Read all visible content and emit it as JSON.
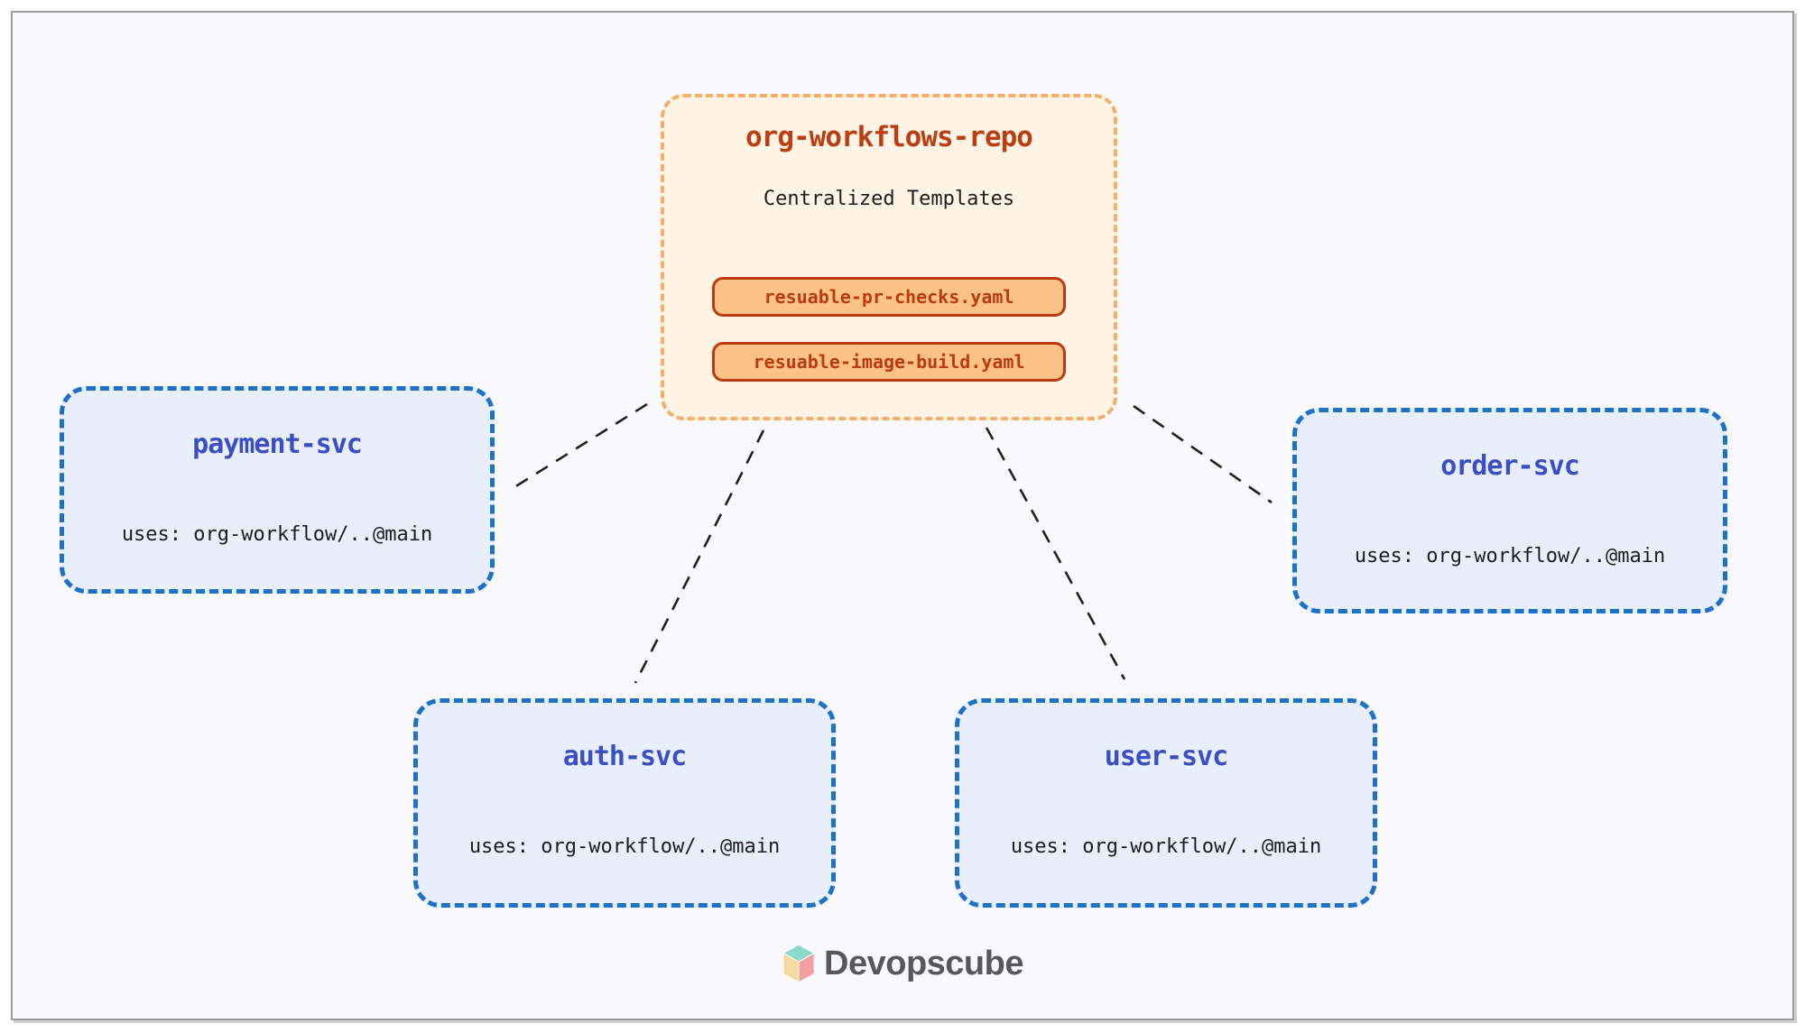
{
  "diagram": {
    "central": {
      "title": "org-workflows-repo",
      "subtitle": "Centralized Templates",
      "templates": [
        "resuable-pr-checks.yaml",
        "resuable-image-build.yaml"
      ]
    },
    "services": [
      {
        "title": "payment-svc",
        "uses": "uses: org-workflow/..@main"
      },
      {
        "title": "order-svc",
        "uses": "uses: org-workflow/..@main"
      },
      {
        "title": "auth-svc",
        "uses": "uses: org-workflow/..@main"
      },
      {
        "title": "user-svc",
        "uses": "uses: org-workflow/..@main"
      }
    ]
  },
  "footer": {
    "logo_text": "Devopscube"
  },
  "colors": {
    "frame_border": "#9b9b9b",
    "canvas_background": "#f9f9fb",
    "central_border": "#f4af6a",
    "central_fill": "#fdf4e6",
    "central_title_color": "#bc3e10",
    "badge_fill": "#fac287",
    "badge_border": "#bb3a10",
    "service_border": "#1b72c8",
    "service_fill": "#e9effa",
    "service_title_color": "#3a4ec6",
    "body_text": "#1e1e1e",
    "connector": "#1f1f1f",
    "logo_cube_top": "#8fd8cb",
    "logo_cube_left": "#f5d9a0",
    "logo_cube_right": "#f0a0a2",
    "logo_text_color": "#58585a"
  }
}
